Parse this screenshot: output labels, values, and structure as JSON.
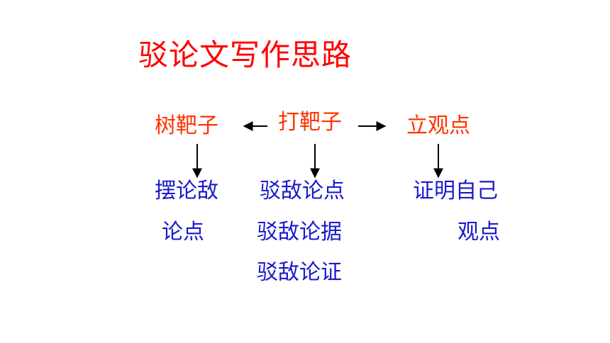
{
  "title": "驳论文写作思路",
  "columns": [
    {
      "header": "树靶子",
      "lines": [
        "摆论敌",
        "论点"
      ]
    },
    {
      "header": "打靶子",
      "lines": [
        "驳敌论点",
        "驳敌论据",
        "驳敌论证"
      ]
    },
    {
      "header": "立观点",
      "lines": [
        "证明自己",
        "观点"
      ]
    }
  ],
  "colors": {
    "title": "#ff0000",
    "header": "#ff3300",
    "body": "#1a1acc",
    "arrow": "#000000"
  }
}
